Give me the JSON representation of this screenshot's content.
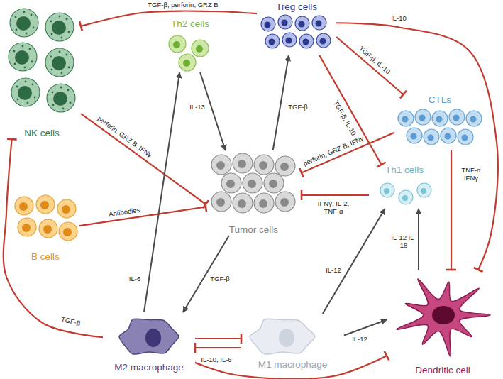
{
  "diagram": {
    "nodes": [
      {
        "text": [
          "Th2 cells"
        ]
      },
      {
        "text": [
          "Treg cells"
        ]
      },
      {
        "text": [
          "NK cells"
        ]
      },
      {
        "text": [
          "CTLs"
        ]
      },
      {
        "text": [
          "Th1 cells"
        ]
      },
      {
        "text": [
          "Tumor cells"
        ]
      },
      {
        "text": [
          "B cells"
        ]
      },
      {
        "text": [
          "M2 macrophage"
        ]
      },
      {
        "text": [
          "M1 macrophage"
        ]
      },
      {
        "text": [
          "Dendritic cell"
        ]
      }
    ],
    "edges": [
      {
        "from": 1,
        "to": 2,
        "label": "TGF-β, perforin, GRZ B",
        "arrow": "to"
      },
      {
        "from": 2,
        "to": 5,
        "label": "perforin, GRZ B, IFNγ",
        "arrow": "to"
      },
      {
        "from": 0,
        "to": 5,
        "label": "IL-13",
        "arrow": "to"
      },
      {
        "from": 5,
        "to": 1,
        "label": "TGF-β",
        "arrow": "to"
      },
      {
        "from": 1,
        "to": 3,
        "label": "TGF-β, IL-10",
        "arrow": "to"
      },
      {
        "from": 1,
        "to": 4,
        "label": "TGF-β, IL-10",
        "arrow": "to"
      },
      {
        "from": 1,
        "to": 9,
        "label": "IL-10",
        "arrow": "to"
      },
      {
        "from": 3,
        "to": 5,
        "label": "perforin, GRZ B, IFNγ",
        "arrow": "to"
      },
      {
        "from": 3,
        "to": 9,
        "label": "TNF-α IFNγ",
        "arrow": "to"
      },
      {
        "from": 4,
        "to": 5,
        "label": "IFNγ, IL-2, TNF-α",
        "arrow": "to"
      },
      {
        "from": 6,
        "to": 5,
        "label": "Antibodies",
        "arrow": "to"
      },
      {
        "from": 5,
        "to": 7,
        "label": "TGF-β",
        "arrow": "to"
      },
      {
        "from": 7,
        "to": 0,
        "label": "IL-6",
        "arrow": "to"
      },
      {
        "from": 7,
        "to": 2,
        "label": "TGF-β",
        "arrow": "to"
      },
      {
        "from": 7,
        "to": 8,
        "arrow": "to"
      },
      {
        "from": 8,
        "to": 7,
        "arrow": "to"
      },
      {
        "from": 8,
        "to": 4,
        "label": "IL-12",
        "arrow": "to"
      },
      {
        "from": 8,
        "to": 9,
        "label": "IL-12",
        "arrow": "to"
      },
      {
        "from": 9,
        "to": 4,
        "label": "IL-12 IL-18",
        "arrow": "to"
      },
      {
        "from": 7,
        "to": 9,
        "label": "IL-10, IL-6",
        "arrow": "to"
      }
    ]
  }
}
